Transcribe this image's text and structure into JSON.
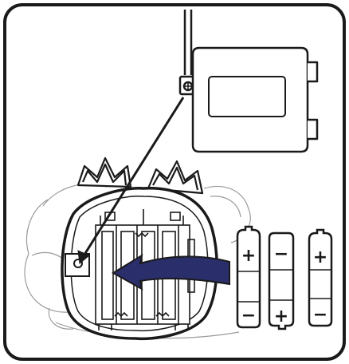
{
  "diagram": {
    "type": "battery-replacement-instruction",
    "colors": {
      "outline": "#1a1a1a",
      "background": "#ffffff",
      "arrow": "#2a2e6b",
      "figure_line": "#9a9a9a"
    },
    "steps": [
      {
        "action": "remove-screw",
        "icon": "screwdriver-icon"
      },
      {
        "action": "remove-battery-cover",
        "icon": "battery-cover-icon"
      },
      {
        "action": "insert-batteries",
        "icon": "insert-arrow-icon"
      }
    ],
    "batteries": [
      {
        "top_sign": "+",
        "bottom_sign": "−"
      },
      {
        "top_sign": "−",
        "bottom_sign": "+"
      },
      {
        "top_sign": "+",
        "bottom_sign": "−"
      }
    ]
  }
}
